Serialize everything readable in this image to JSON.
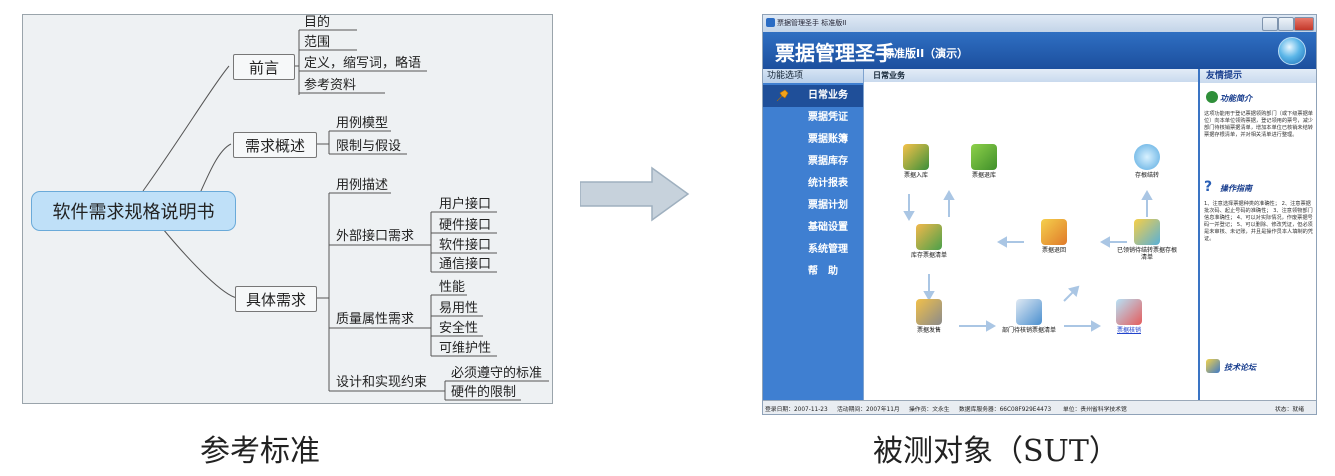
{
  "left_caption": "参考标准",
  "right_caption": "被测对象（SUT）",
  "mindmap": {
    "root": "软件需求规格说明书",
    "branch_1": {
      "label": "前言",
      "children": [
        "目的",
        "范围",
        "定义，缩写词，略语",
        "参考资料"
      ]
    },
    "branch_2": {
      "label": "需求概述",
      "children": [
        "用例模型",
        "限制与假设"
      ]
    },
    "branch_3": {
      "label": "具体需求",
      "use_case": "用例描述",
      "external": {
        "label": "外部接口需求",
        "children": [
          "用户接口",
          "硬件接口",
          "软件接口",
          "通信接口"
        ]
      },
      "quality": {
        "label": "质量属性需求",
        "children": [
          "性能",
          "易用性",
          "安全性",
          "可维护性"
        ]
      },
      "design": {
        "label": "设计和实现约束",
        "children": [
          "必须遵守的标准",
          "硬件的限制"
        ]
      }
    }
  },
  "app": {
    "window_title": "票据管理圣手 标准版II",
    "banner_title": "票据管理圣手",
    "banner_subtitle": "标准版II（演示）",
    "sidebar_header": "功能选项",
    "menu": [
      "日常业务",
      "票据凭证",
      "票据账簿",
      "票据库存",
      "统计报表",
      "票据计划",
      "基础设置",
      "系统管理",
      "帮　助"
    ],
    "content_header": "日常业务",
    "nodes": {
      "n1": "票据入库",
      "n2": "票据退库",
      "n3": "存根结转",
      "n4": "库存票据清单",
      "n5": "票据退回",
      "n6": "已领销待结转票据存根清单",
      "n7": "票据发售",
      "n8": "部门待核销票据清单",
      "n9": "票据核销"
    },
    "tips_header": "友情提示",
    "tip1_title": "功能简介",
    "tip1_body": "这项功能用于登记票据领购部门（或下级票据单位）向本单位领购票据，登记领用的票号，减少部门待核销票据清单，增加本单位已核销未结转票据存根清单，并对相关清单进行整理。",
    "tip2_title": "操作指南",
    "tip2_body": "1、注意选择票据种类的准确性；  2、注意票据批次码、起止号码的准确性；  3、注意领物部门信息准确性；  4、可以对实际情况，作废票据号码一并登记；  5、可以删除、修改凭证，但必须是未审核、未记账，并且是操作员本人填制的凭证。",
    "forum_label": "技术论坛",
    "status": {
      "login_date": "登录日期：2007-11-23",
      "active_period": "活动期间：2007年11月",
      "operator": "操作员：文永生",
      "db_server": "数据库服务器：66C08F929E4473",
      "unit": "单位：贵州省科学技术馆",
      "state": "状态：就绪"
    }
  },
  "colors": {
    "root_fill": "#bfe0f8",
    "banner_blue": "#2f6fc2",
    "sidebar_blue": "#3f7fd1",
    "arrow_fill": "#c7d2dc"
  }
}
